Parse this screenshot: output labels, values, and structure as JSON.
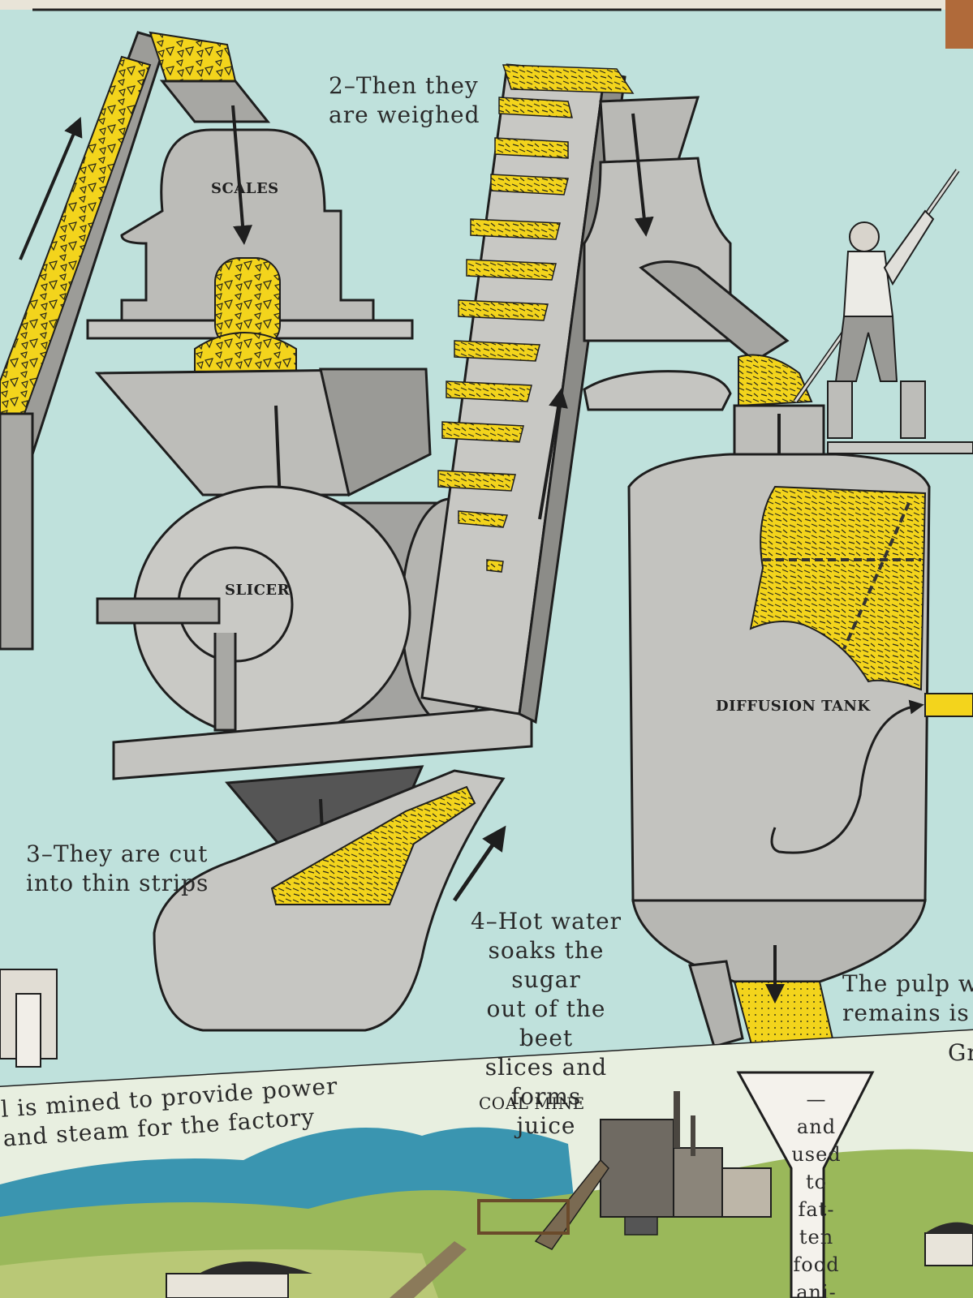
{
  "captions": {
    "weighed": "2–Then they\nare weighed",
    "cut": "3–They are cut\ninto thin strips",
    "hot_water": "4–Hot water\nsoaks the sugar\nout of the beet\nslices and forms\njuice",
    "pulp": "The pulp wh\nremains is sa",
    "gr": "Gr",
    "coal": "l is mined to provide power\nand steam for the factory",
    "fatten": "—and\nused\nto\nfat-\nten\nfood\nani-\nmals"
  },
  "machine_labels": {
    "scales": "SCALES",
    "slicer": "SLICER",
    "diffusion_tank": "DIFFUSION TANK",
    "coal_mine": "COAL MINE"
  },
  "colors": {
    "sky": "#bfe1dc",
    "beet_yellow": "#f3d41c",
    "machine_gray": "#b9b9b6",
    "ink": "#1e1e1e",
    "hills_blue": "#3a95b0",
    "ground_green": "#9ab85a"
  }
}
